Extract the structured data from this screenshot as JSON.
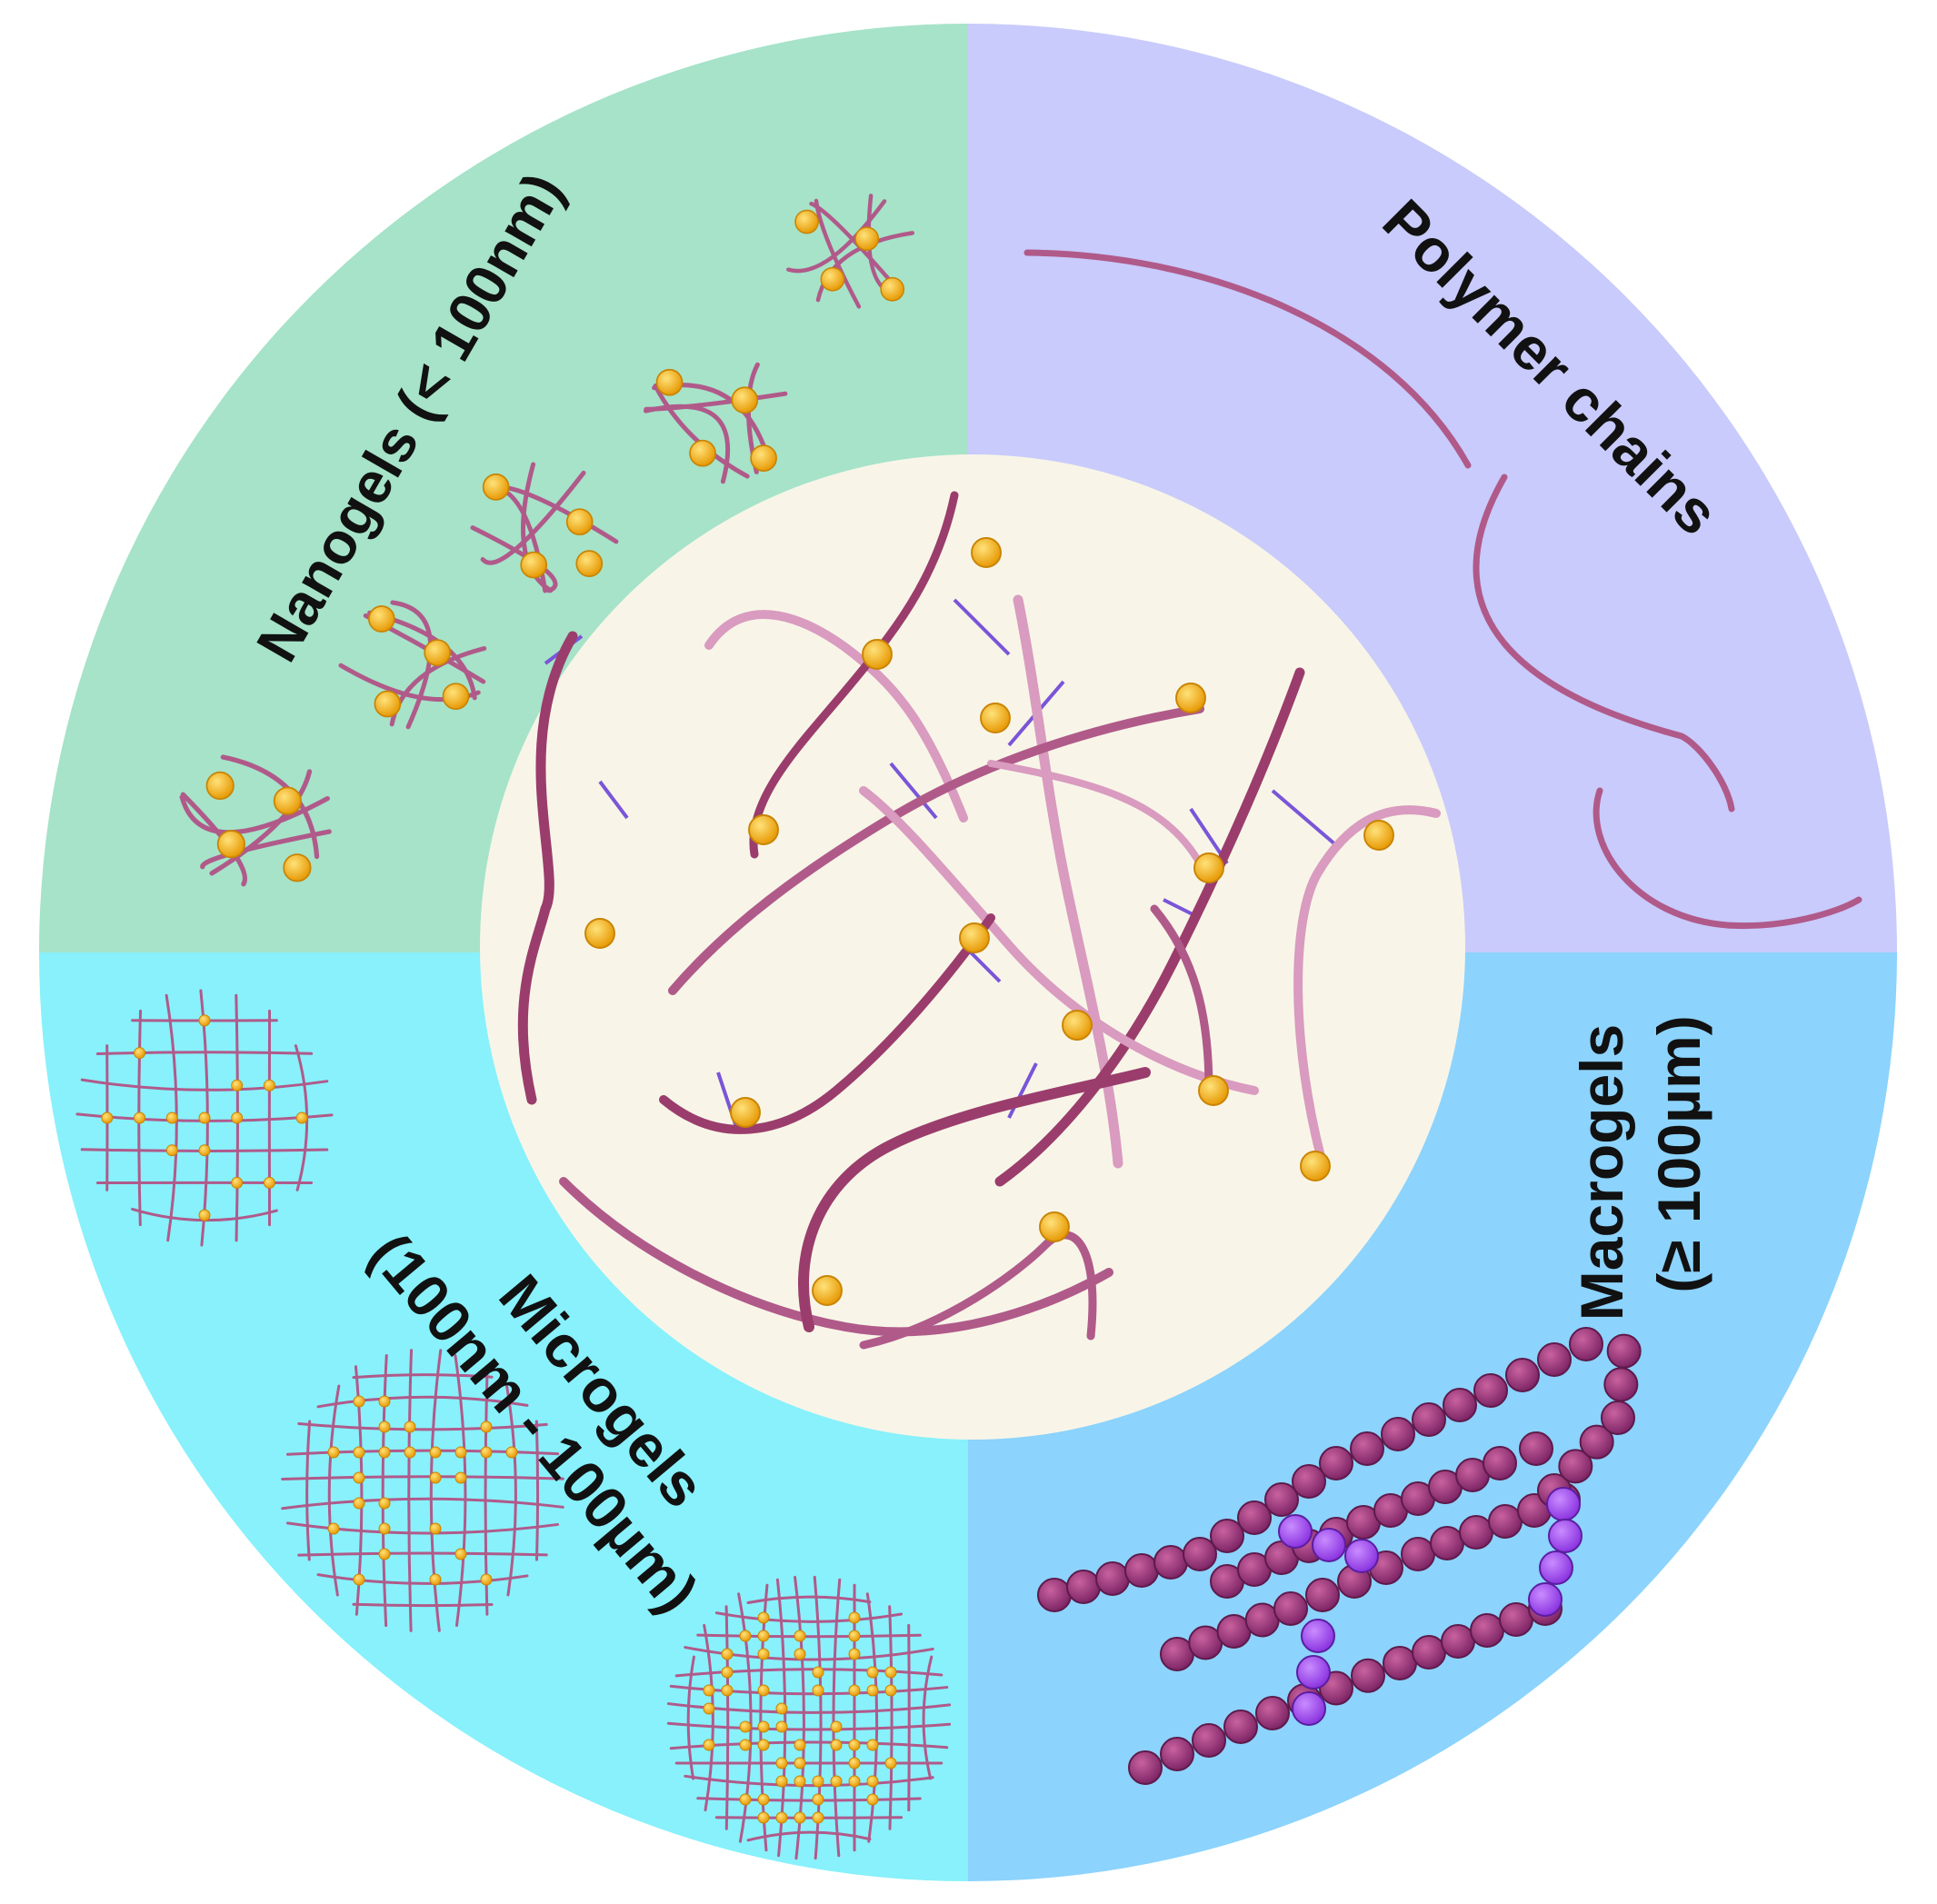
{
  "labels": {
    "nanogels": "Nanogels (< 100nm)",
    "polymer_chains": "Polymer chains",
    "microgels_name": "Microgels",
    "microgels_range": "(100nm - 100µm)",
    "macrogels_name": "Macrogels",
    "macrogels_range": "(≥ 100µm)"
  },
  "colors": {
    "nanogels_quadrant": "#a6e3c9",
    "polymer_quadrant": "#c8cbfb",
    "microgels_quadrant": "#88f1fb",
    "macrogels_quadrant": "#8cd3fd",
    "center_disc": "#f8f5e8",
    "polymer_strand": "#b05a8a",
    "polymer_strand_dark": "#9a3d6c",
    "polymer_strand_light": "#d99bbf",
    "crosslinker_bead": "#f6b21a",
    "crosslink_line": "#7a55d8",
    "macrogel_bead": "#a8418c",
    "macrogel_crosslink_bead": "#a64ff0"
  },
  "icons": {
    "center": "crosslinked-hydrogel-network-icon",
    "nanogel": "nanogel-cluster-icon",
    "microgel": "microgel-sphere-icon",
    "macrogel": "bead-chain-network-icon",
    "polymer": "polymer-chain-icon"
  }
}
